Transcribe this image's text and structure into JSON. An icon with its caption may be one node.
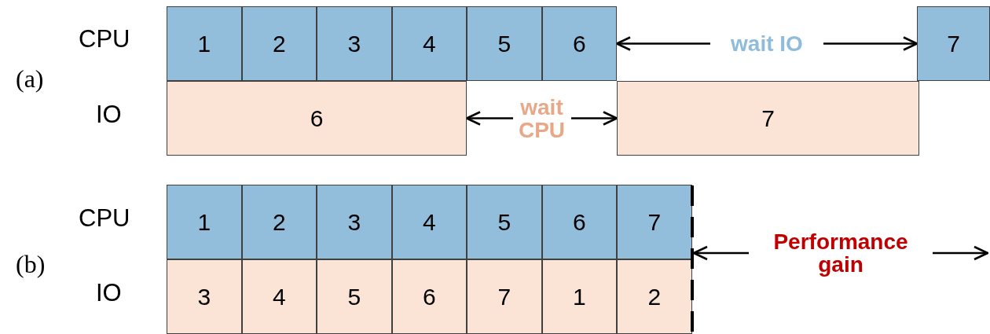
{
  "diagram": {
    "nodes": [
      {
        "text": [
          "1"
        ]
      },
      {
        "text": [
          "2"
        ]
      },
      {
        "text": [
          "3"
        ]
      },
      {
        "text": [
          "4"
        ]
      },
      {
        "text": [
          "5"
        ]
      },
      {
        "text": [
          "6"
        ]
      },
      {
        "text": [
          "7"
        ]
      },
      {
        "text": [
          "6"
        ]
      },
      {
        "text": [
          "7"
        ]
      },
      {
        "text": [
          "1"
        ]
      },
      {
        "text": [
          "2"
        ]
      },
      {
        "text": [
          "3"
        ]
      },
      {
        "text": [
          "4"
        ]
      },
      {
        "text": [
          "5"
        ]
      },
      {
        "text": [
          "6"
        ]
      },
      {
        "text": [
          "7"
        ]
      },
      {
        "text": [
          "3"
        ]
      },
      {
        "text": [
          "4"
        ]
      },
      {
        "text": [
          "5"
        ]
      },
      {
        "text": [
          "6"
        ]
      },
      {
        "text": [
          "7"
        ]
      },
      {
        "text": [
          "1"
        ]
      },
      {
        "text": [
          "2"
        ]
      },
      {
        "text": [],
        "shape": "bar"
      }
    ],
    "edges": [
      {
        "from": 5,
        "to": 6,
        "arrow": "both",
        "label": "wait IO"
      },
      {
        "from": 7,
        "to": 8,
        "arrow": "both",
        "label": "wait CPU"
      },
      {
        "from": 23,
        "to": null,
        "arrow": "both",
        "label": "Performance gain"
      }
    ],
    "labels": [
      "CPU",
      "(a)",
      "IO",
      "CPU",
      "(b)",
      "IO"
    ]
  }
}
